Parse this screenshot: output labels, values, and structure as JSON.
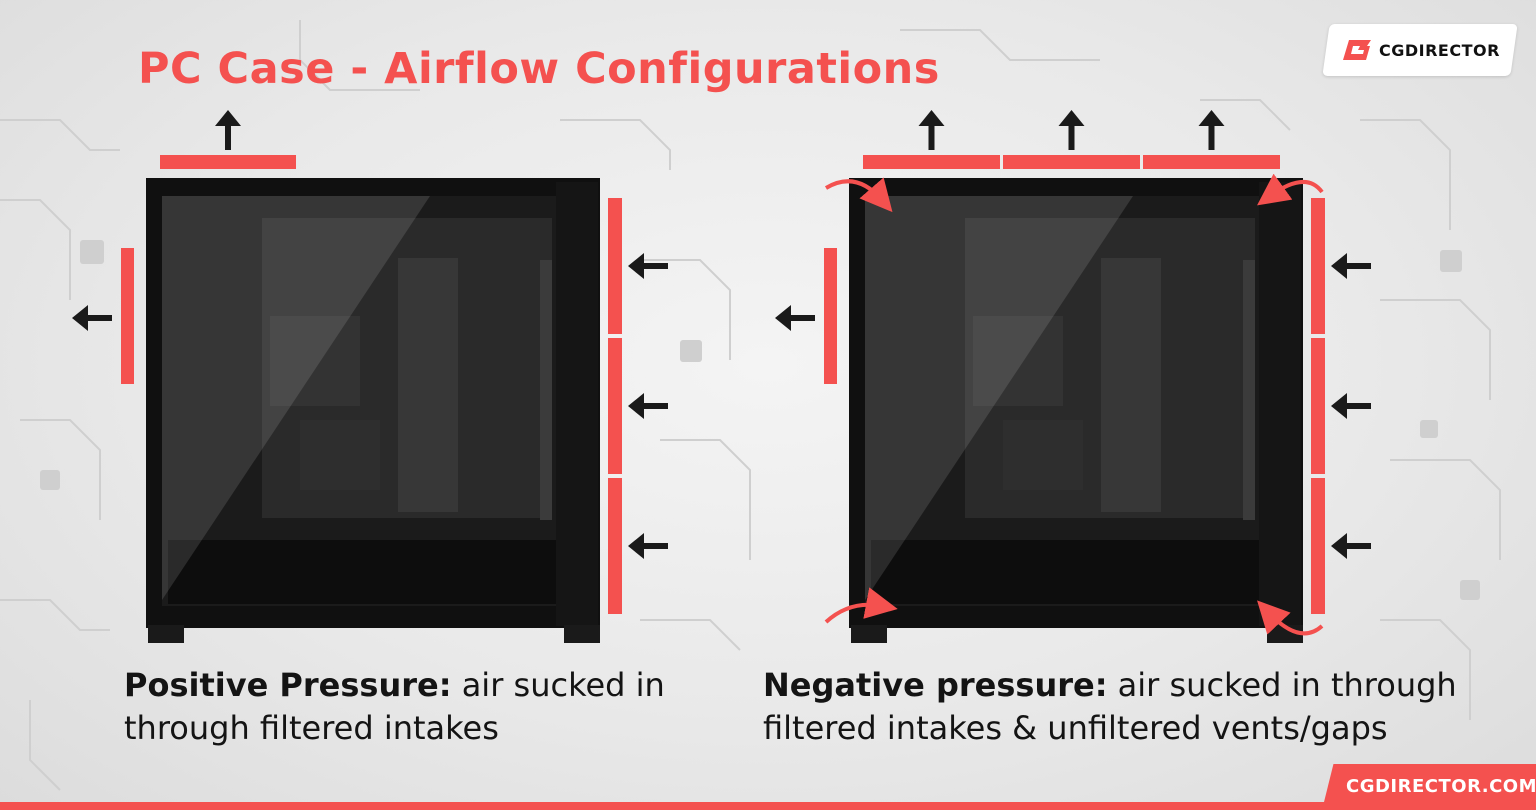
{
  "title": "PC Case - Airflow Configurations",
  "logo": {
    "text": "CGDIRECTOR",
    "mark": "G",
    "accent": "#f4514f"
  },
  "left_panel": {
    "heading": "Positive Pressure:",
    "text": "air sucked in through filtered intakes",
    "top_exhaust_fans": 1,
    "rear_exhaust_fans": 1,
    "front_intake_fans": 3,
    "gap_leak_arrows": 0
  },
  "right_panel": {
    "heading": "Negative pressure:",
    "text": "air sucked in through filtered intakes & unfiltered vents/gaps",
    "top_exhaust_fans": 3,
    "rear_exhaust_fans": 1,
    "front_intake_fans": 3,
    "gap_leak_arrows": 4
  },
  "footer": {
    "url": "CGDIRECTOR.COM"
  },
  "colors": {
    "accent": "#f4514f",
    "case": "#111111",
    "text": "#141414",
    "arrow": "#1a1a1a"
  }
}
